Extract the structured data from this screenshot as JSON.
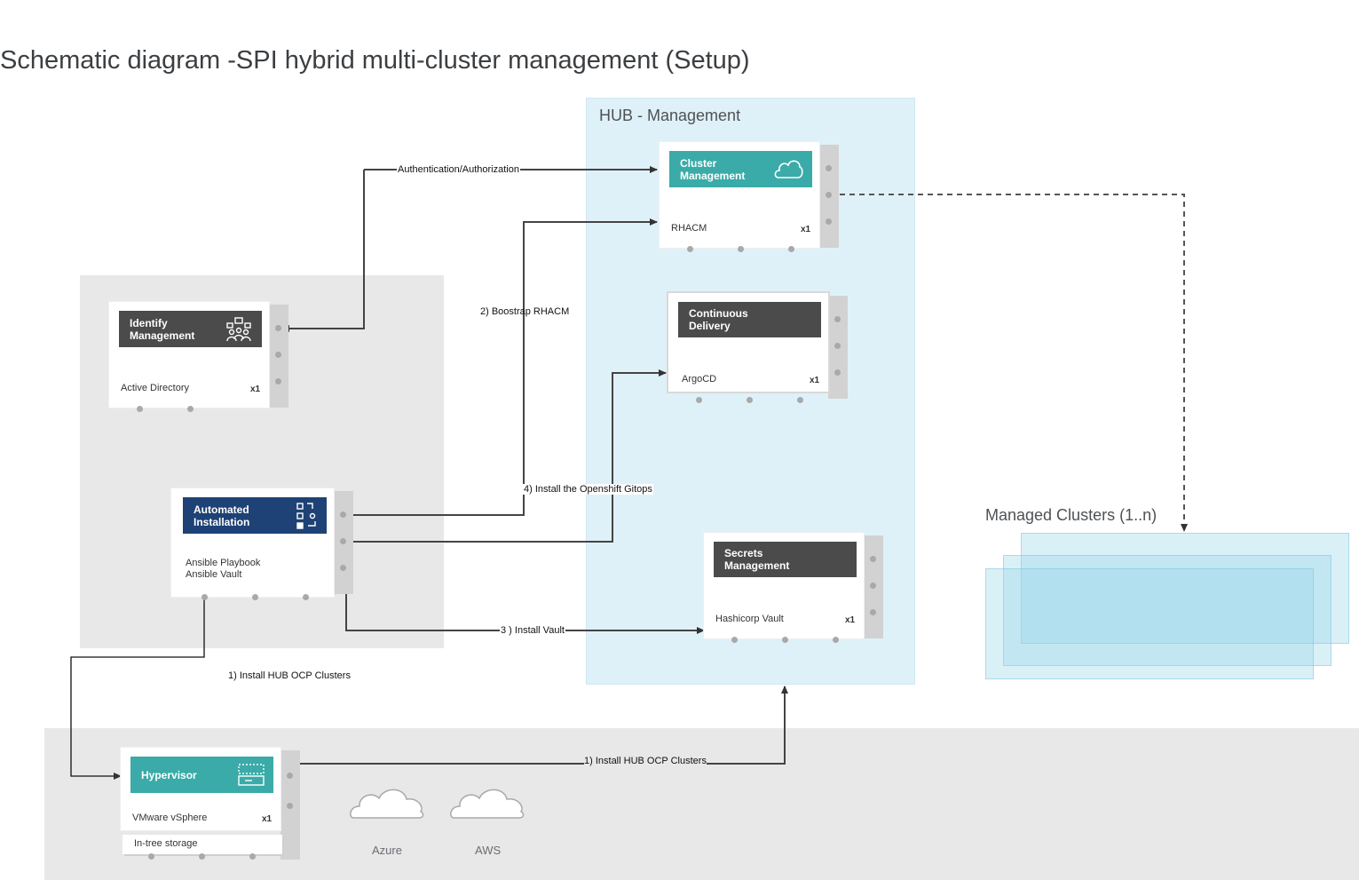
{
  "title": "Schematic diagram -SPI hybrid multi-cluster management (Setup)",
  "zones": {
    "hub_label": "HUB - Management",
    "managed_label": "Managed Clusters (1..n)"
  },
  "cards": {
    "cluster_mgmt": {
      "title": "Cluster\nManagement",
      "sub": "RHACM",
      "count": "x1",
      "color": "#3aaba8",
      "icon": "cloud-icon"
    },
    "continuous_delivery": {
      "title": "Continuous\nDelivery",
      "sub": "ArgoCD",
      "count": "x1",
      "color": "#4b4b4b",
      "icon": ""
    },
    "secrets_mgmt": {
      "title": "Secrets\nManagement",
      "sub": "Hashicorp Vault",
      "count": "x1",
      "color": "#4b4b4b",
      "icon": ""
    },
    "identity_mgmt": {
      "title": "Identify\nManagement",
      "sub": "Active Directory",
      "count": "x1",
      "color": "#4b4b4b",
      "icon": "users-icon"
    },
    "automated_install": {
      "title": "Automated\nInstallation",
      "sub": "Ansible Playbook\nAnsible Vault",
      "count": "",
      "color": "#1e4275",
      "icon": "automation-icon"
    },
    "hypervisor": {
      "title": "Hypervisor",
      "sub": "VMware vSphere",
      "count": "x1",
      "color": "#3aaba8",
      "icon": "server-icon",
      "extra": "In-tree storage"
    }
  },
  "edges": {
    "auth": "Authentication/Authorization",
    "bootstrap": "2) Boostrap RHACM",
    "gitops": "4) Install the Openshift Gitops",
    "vault": "3 ) Install Vault",
    "hub_ocp_left": "1) Install HUB OCP Clusters",
    "hub_ocp_bottom": "1) Install HUB OCP Clusters"
  },
  "clouds": {
    "azure": "Azure",
    "aws": "AWS"
  },
  "colors": {
    "grey_zone": "#e8e8e8",
    "hub_zone": "#dff1f8",
    "managed": "#96d3e8",
    "edge": "#333333"
  }
}
